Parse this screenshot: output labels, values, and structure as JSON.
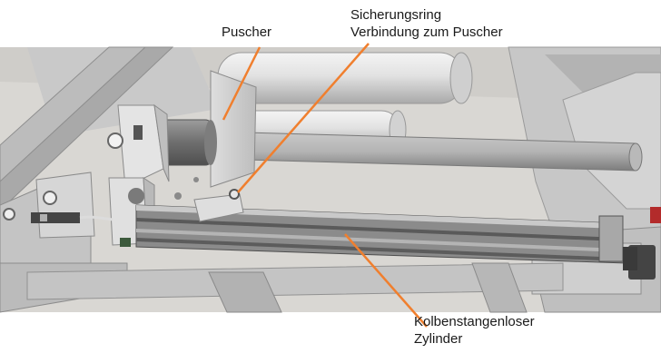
{
  "annotations": {
    "puscher": "Puscher",
    "sicherungsring_line1": "Sicherungsring",
    "sicherungsring_line2": "Verbindung zum Puscher",
    "zylinder_line1": "Kolbenstangenloser",
    "zylinder_line2": "Zylinder"
  },
  "colors": {
    "leader_line": "#f07f2e",
    "background": "#ffffff",
    "cad_background": "#dcdad6",
    "frame": "#bebebe",
    "frame_dark": "#8e8e8e",
    "text": "#1a1a1a"
  }
}
